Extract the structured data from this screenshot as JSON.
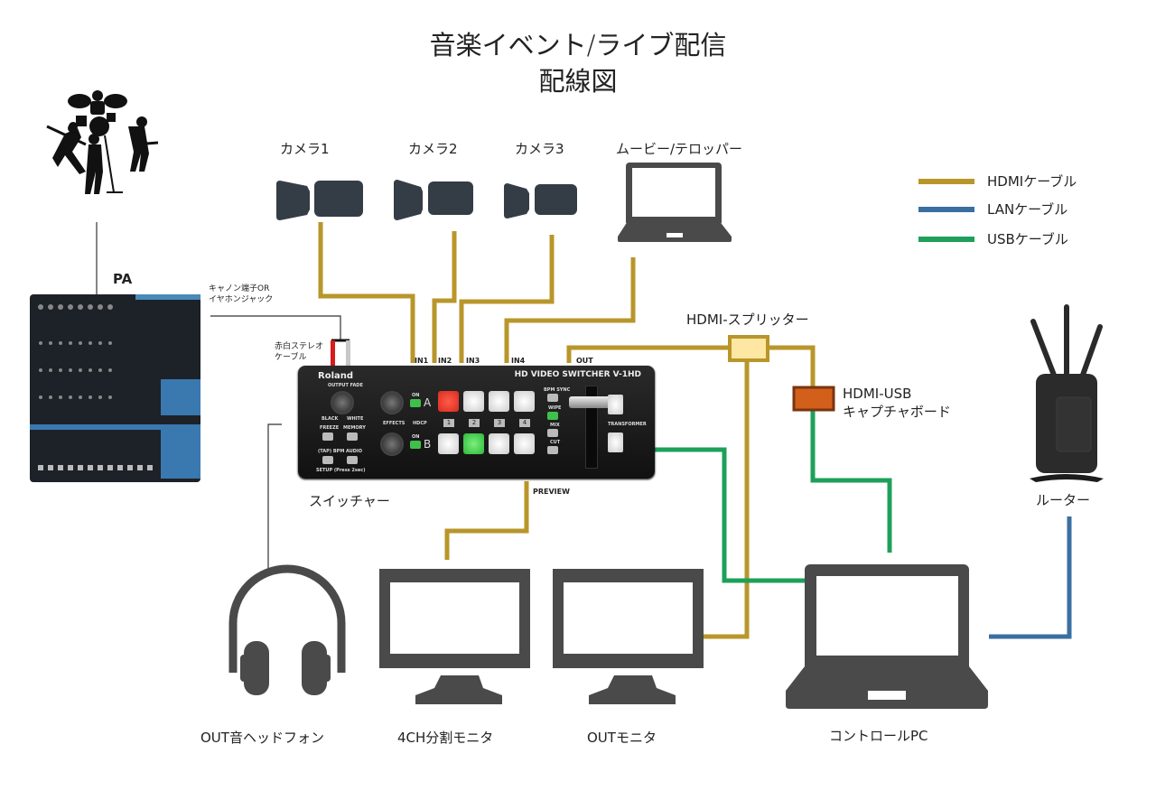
{
  "title": {
    "line1": "音楽イベント/ライブ配信",
    "line2": "配線図"
  },
  "legend": [
    {
      "label": "HDMIケーブル",
      "color": "#b8962a"
    },
    {
      "label": "LANケーブル",
      "color": "#3a6fa0"
    },
    {
      "label": "USBケーブル",
      "color": "#1ea05a"
    }
  ],
  "devices": {
    "band": "band-silhouette",
    "pa": "PA",
    "pa_cable_note_1": "キャノン端子OR",
    "pa_cable_note_2": "イヤホンジャック",
    "rca_note_1": "赤白ステレオ",
    "rca_note_2": "ケーブル",
    "camera1": "カメラ1",
    "camera2": "カメラ2",
    "camera3": "カメラ3",
    "movie_pc": "ムービー/テロッパー",
    "splitter": "HDMI-スプリッター",
    "capture_1": "HDMI-USB",
    "capture_2": "キャプチャボード",
    "switcher": "スイッチャー",
    "router": "ルーター",
    "headphones": "OUT音ヘッドフォン",
    "multiview_monitor": "4CH分割モニタ",
    "out_monitor": "OUTモニタ",
    "control_pc": "コントロールPC"
  },
  "ports": {
    "in1": "IN1",
    "in2": "IN2",
    "in3": "IN3",
    "in4": "IN4",
    "out": "OUT",
    "preview": "PREVIEW"
  },
  "switcher_panel": {
    "brand": "Roland",
    "model": "HD VIDEO SWITCHER V-1HD",
    "output_fade": "OUTPUT FADE",
    "black": "BLACK",
    "white": "WHITE",
    "freeze": "FREEZE",
    "memory": "MEMORY",
    "tap_bpm": "(TAP) BPM",
    "audio": "AUDIO",
    "setup": "SETUP (Press 2sec)",
    "effects": "EFFECTS",
    "hdcp": "HDCP",
    "on": "ON",
    "bus_a": "A",
    "bus_b": "B",
    "bpm_sync": "BPM SYNC",
    "wipe": "WIPE",
    "mix": "MIX",
    "cut": "CUT",
    "transformer": "TRANSFORMER",
    "channels": [
      "1",
      "2",
      "3",
      "4"
    ],
    "bus_a_selected": 1,
    "bus_b_selected": 2
  },
  "colors": {
    "hdmi": "#b8962a",
    "lan": "#3a6fa0",
    "usb": "#1ea05a",
    "icon": "#4a4a4a",
    "camera": "#343d46"
  }
}
